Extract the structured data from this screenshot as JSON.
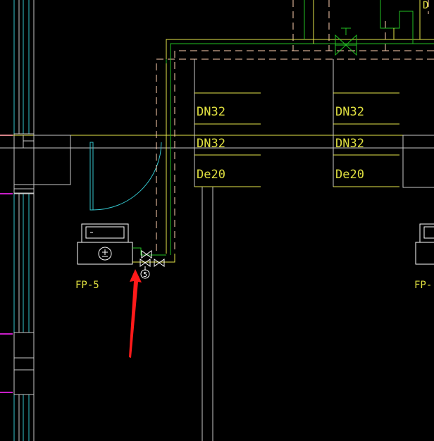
{
  "drawing": {
    "background": "#000000",
    "colors": {
      "wall": "#c8c8c8",
      "cyan": "#33c4cc",
      "yellow": "#e6e64a",
      "dashed_pipe": "#ffd0b0",
      "green_pipe": "#22c022",
      "magenta": "#c81ec8",
      "symbol": "#ffffff",
      "label": "#e0e040",
      "arrow": "#ff1a1a"
    },
    "pipe_labels": {
      "left": [
        "DN32",
        "DN32",
        "De20"
      ],
      "right": [
        "DN32",
        "DN32",
        "De20"
      ]
    },
    "fan_coil_labels": {
      "main": "FP-5",
      "edge": "FP-"
    },
    "valve_tag": "5",
    "top_edge_text": "D",
    "annotation_arrow": "pointer-arrow"
  }
}
